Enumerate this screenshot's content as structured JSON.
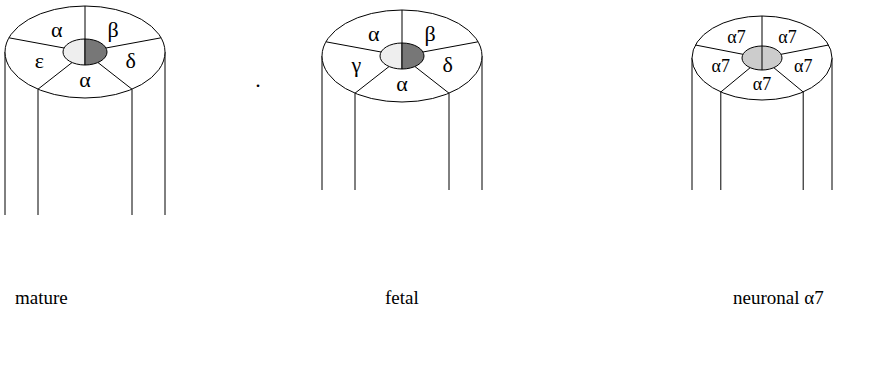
{
  "diagram": {
    "labels": [
      "α",
      "β",
      "ε",
      "δ",
      "α",
      ".",
      "α",
      "β",
      "γ",
      "δ",
      "α",
      "α7",
      "α7",
      "α7",
      "α7",
      "α7",
      "mature",
      "fetal",
      "neuronal α7"
    ]
  }
}
